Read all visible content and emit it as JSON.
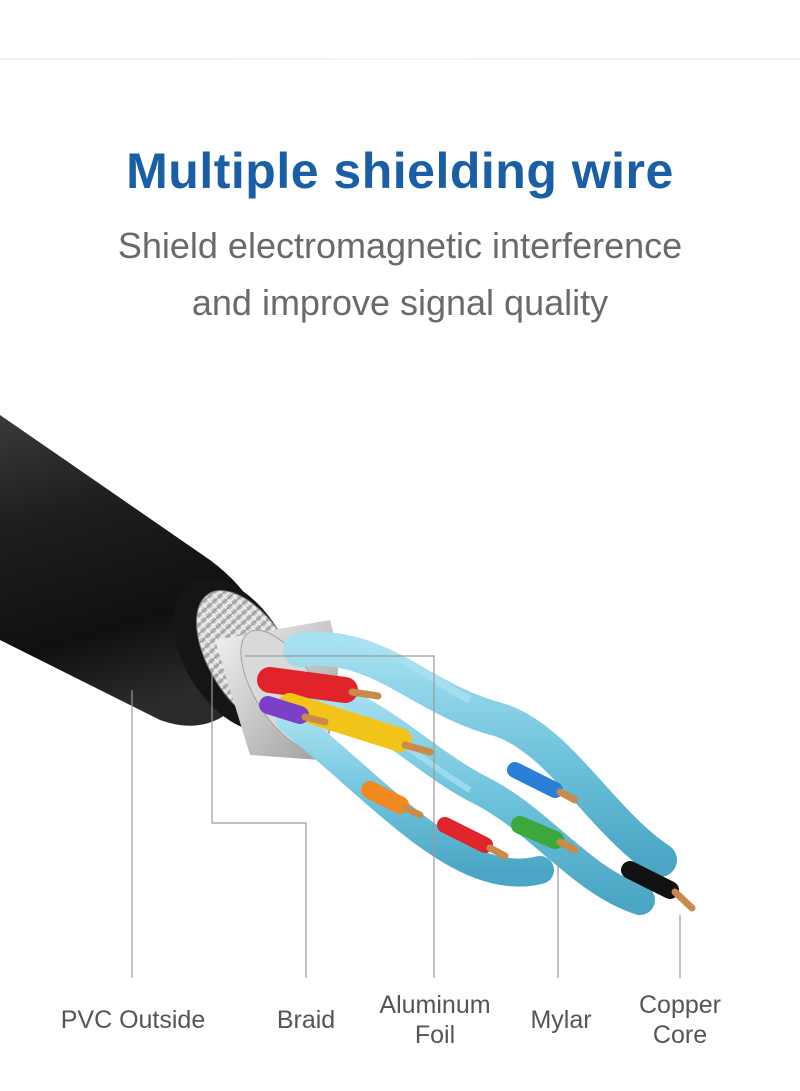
{
  "header": {
    "title": "Multiple shielding wire",
    "subtitle_line1": "Shield electromagnetic interference",
    "subtitle_line2": "and improve signal quality"
  },
  "labels": {
    "pvc": "PVC Outside",
    "braid": "Braid",
    "aluminum_line1": "Aluminum",
    "aluminum_line2": "Foil",
    "mylar": "Mylar",
    "copper_line1": "Copper",
    "copper_line2": "Core"
  },
  "colors": {
    "title": "#1a5fa5",
    "subtitle": "#6a6a6a",
    "jacket": "#1c1c1c",
    "pair_wrap": "#7ccce3",
    "copper": "#c98a4a",
    "wire_red": "#e0242a",
    "wire_yellow": "#f2c318",
    "wire_purple": "#7b3fc8",
    "wire_blue": "#2a7fd8",
    "wire_green": "#3aa83a",
    "wire_black": "#111111",
    "wire_orange": "#f08a20"
  }
}
